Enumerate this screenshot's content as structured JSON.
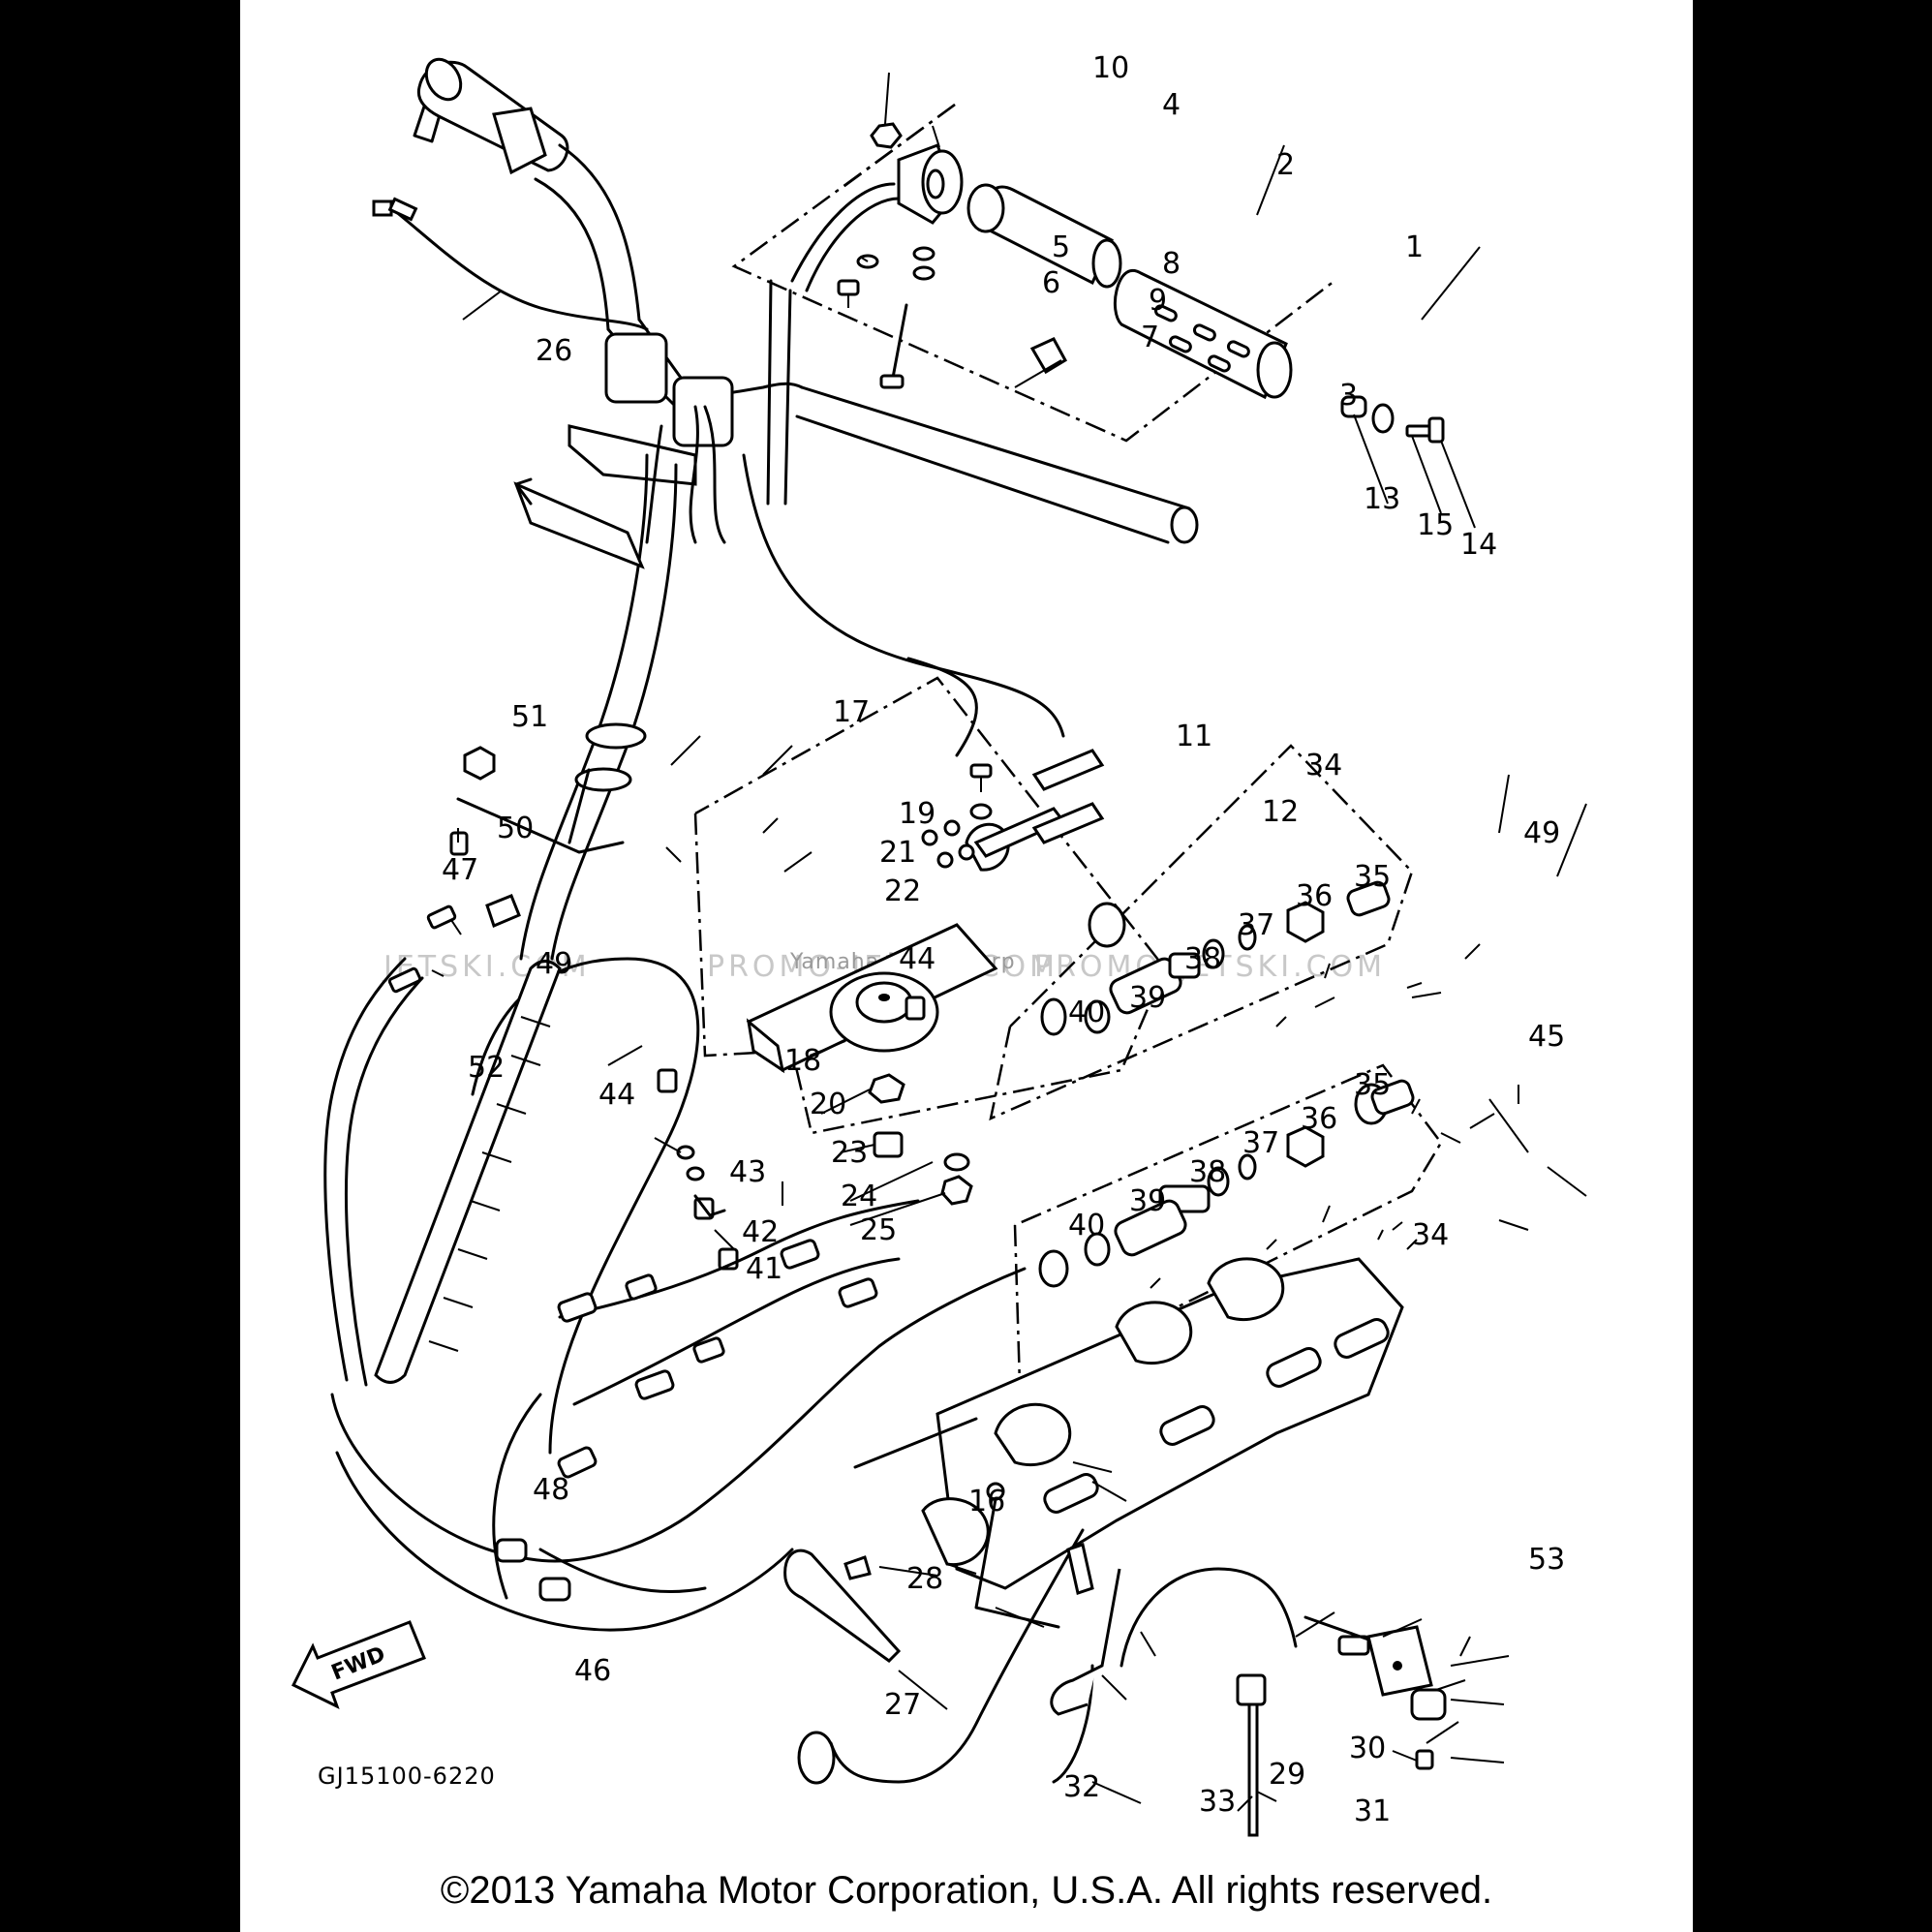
{
  "drawing_code": "GJ15100-6220",
  "copyright": "©2013 Yamaha Motor Corporation, U.S.A. All rights reserved.",
  "direction_arrow": "FWD",
  "watermarks": [
    "JETSKI.COM",
    "PROMO-JETSKI.COM",
    "Yamaha Motor Corp",
    "PROMO-JETSKI.COM"
  ],
  "callouts": {
    "c1": "1",
    "c2": "2",
    "c3": "3",
    "c4": "4",
    "c5": "5",
    "c6": "6",
    "c7": "7",
    "c8": "8",
    "c9": "9",
    "c10": "10",
    "c11": "11",
    "c12": "12",
    "c13": "13",
    "c14": "14",
    "c15": "15",
    "c16": "16",
    "c17": "17",
    "c18": "18",
    "c19": "19",
    "c20": "20",
    "c21": "21",
    "c22": "22",
    "c23": "23",
    "c24": "24",
    "c25": "25",
    "c26": "26",
    "c27": "27",
    "c28": "28",
    "c29": "29",
    "c30": "30",
    "c31": "31",
    "c32": "32",
    "c33": "33",
    "c34a": "34",
    "c34b": "34",
    "c35a": "35",
    "c35b": "35",
    "c36a": "36",
    "c36b": "36",
    "c37a": "37",
    "c37b": "37",
    "c38a": "38",
    "c38b": "38",
    "c39a": "39",
    "c39b": "39",
    "c40a": "40",
    "c40b": "40",
    "c41": "41",
    "c42": "42",
    "c43": "43",
    "c44a": "44",
    "c44b": "44",
    "c45": "45",
    "c46": "46",
    "c47": "47",
    "c48": "48",
    "c49a": "49",
    "c49b": "49",
    "c50": "50",
    "c51": "51",
    "c52": "52",
    "c53": "53"
  }
}
